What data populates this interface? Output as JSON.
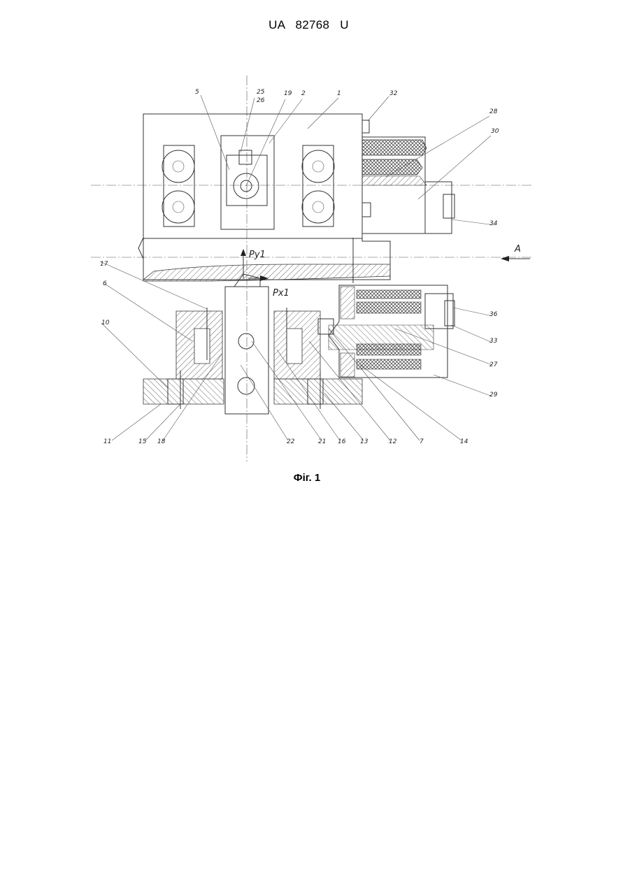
{
  "document": {
    "header": "UA 82768 U",
    "caption": "Фіг. 1"
  },
  "drawing": {
    "force_labels": [
      "Py1",
      "Px1"
    ],
    "view_label": "A",
    "part_labels": {
      "top": [
        "5",
        "25",
        "26",
        "19",
        "2",
        "1",
        "32"
      ],
      "right": [
        "28",
        "30",
        "34",
        "36",
        "33",
        "27",
        "29"
      ],
      "left": [
        "17",
        "6",
        "10"
      ],
      "bottom": [
        "11",
        "15",
        "18",
        "22",
        "21",
        "16",
        "13",
        "12",
        "7",
        "14"
      ]
    }
  }
}
